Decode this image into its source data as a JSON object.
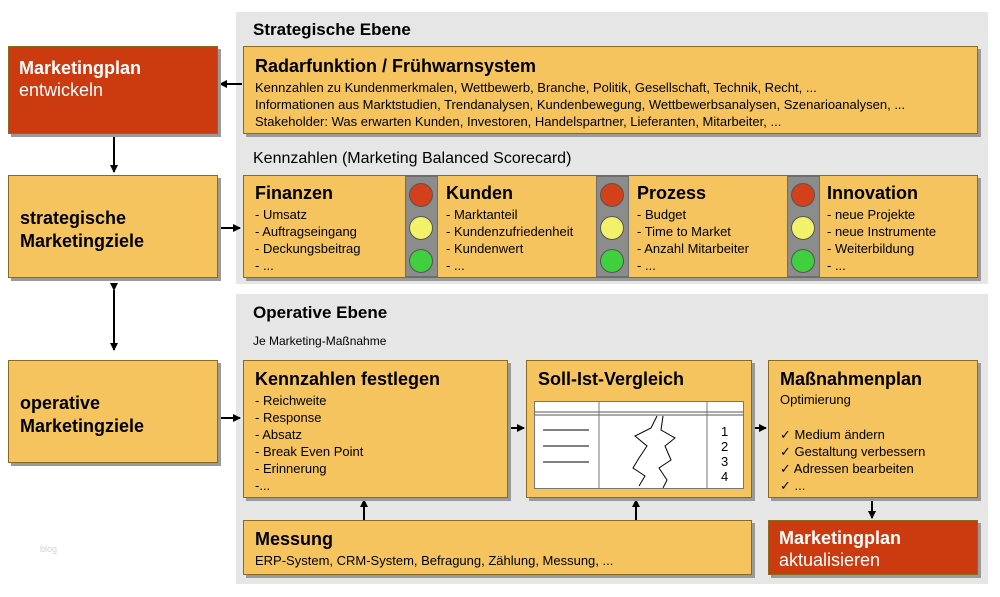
{
  "strategic": {
    "heading": "Strategische Ebene",
    "radar": {
      "title": "Radarfunktion / Frühwarnsystem",
      "lines": [
        "Kennzahlen zu Kundenmerkmalen, Wettbewerb, Branche, Politik, Gesellschaft, Technik, Recht, ...",
        "Informationen aus Marktstudien, Trendanalysen, Kundenbewegung, Wettbewerbsanalysen, Szenarioanalysen, ...",
        "Stakeholder: Was erwarten Kunden, Investoren, Handelspartner, Lieferanten, Mitarbeiter, ..."
      ]
    },
    "bsc_heading": "Kennzahlen (Marketing Balanced Scorecard)",
    "bsc": [
      {
        "title": "Finanzen",
        "items": [
          "- Umsatz",
          "- Auftragseingang",
          "- Deckungsbeitrag",
          "- ..."
        ]
      },
      {
        "title": "Kunden",
        "items": [
          "- Marktanteil",
          "- Kundenzufriedenheit",
          "- Kundenwert",
          "- ..."
        ]
      },
      {
        "title": "Prozess",
        "items": [
          "- Budget",
          "- Time to Market",
          "- Anzahl Mitarbeiter",
          "- ..."
        ]
      },
      {
        "title": "Innovation",
        "items": [
          "- neue Projekte",
          "- neue Instrumente",
          "- Weiterbildung",
          "- ..."
        ]
      }
    ]
  },
  "left": {
    "plan_line1": "Marketingplan",
    "plan_line2": "entwickeln",
    "strat_line1": "strategische",
    "strat_line2": "Marketingziele",
    "oper_line1": "operative",
    "oper_line2": "Marketingziele"
  },
  "operative": {
    "heading": "Operative Ebene",
    "sub": "Je Marketing-Maßnahme",
    "kennzahlen": {
      "title": "Kennzahlen festlegen",
      "items": [
        "- Reichweite",
        "- Response",
        "- Absatz",
        "- Break Even Point",
        "- Erinnerung",
        "-..."
      ]
    },
    "soll_ist": {
      "title": "Soll-Ist-Vergleich",
      "numbers": [
        "1",
        "2",
        "3",
        "4"
      ]
    },
    "massnahmen": {
      "title": "Maßnahmenplan",
      "sub": "Optimierung",
      "items": [
        "✓ Medium ändern",
        "✓ Gestaltung verbessern",
        "✓ Adressen bearbeiten",
        "✓ ..."
      ]
    },
    "messung": {
      "title": "Messung",
      "text": "ERP-System, CRM-System, Befragung, Zählung, Messung, ..."
    },
    "update_line1": "Marketingplan",
    "update_line2": "aktualisieren"
  },
  "watermark": "blog",
  "colors": {
    "box": "#f5c45e",
    "red_box": "#cc3a10",
    "panel": "#e6e6e6",
    "light_red": "#d4401a",
    "light_yellow": "#f2f26a",
    "light_green": "#3fcf3f"
  }
}
